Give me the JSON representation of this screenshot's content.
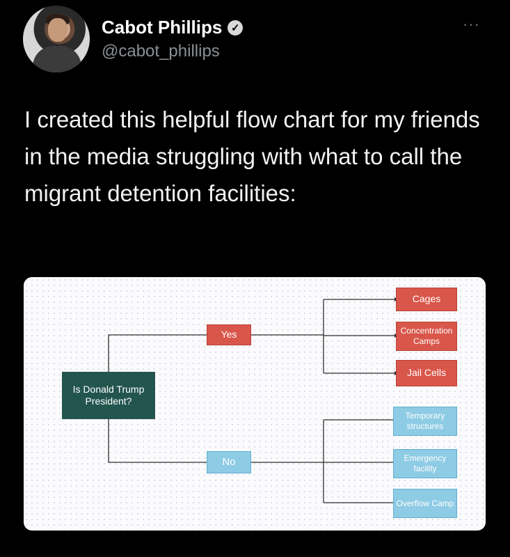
{
  "author": {
    "name": "Cabot Phillips",
    "handle": "@cabot_phillips",
    "verified_mark": "✓",
    "more": "···"
  },
  "tweet_text": "I created this helpful flow chart for my friends in the media struggling with what to call the migrant detention facilities:",
  "flowchart": {
    "question": "Is Donald Trump President?",
    "yes": "Yes",
    "no": "No",
    "yes_outcomes": [
      "Cages",
      "Concentration Camps",
      "Jail Cells"
    ],
    "no_outcomes": [
      "Temporary structures",
      "Emergency facility",
      "Overflow Camp"
    ],
    "colors": {
      "question": "#23554f",
      "yes": "#d9564a",
      "no": "#8ecbe4"
    }
  },
  "icons": {
    "verified": "verified-badge-icon",
    "more": "more-options-icon"
  }
}
